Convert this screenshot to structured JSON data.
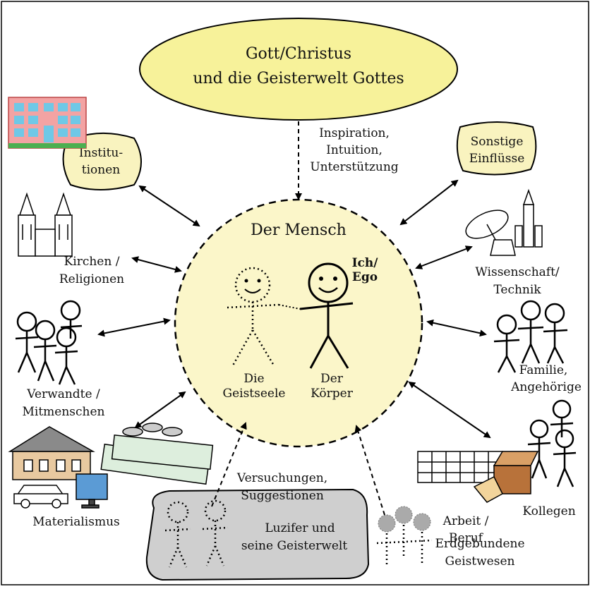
{
  "top_node": {
    "lines": [
      "Gott/Christus",
      "und die Geisterwelt Gottes"
    ],
    "fill": "#f7f29a"
  },
  "top_arrow_label": [
    "Inspiration,",
    "Intuition,",
    "Unterstützung"
  ],
  "center": {
    "title": "Der Mensch",
    "fill": "#fbf6c9",
    "ego_label": [
      "Ich/",
      "Ego"
    ],
    "soul_label": [
      "Die",
      "Geistseele"
    ],
    "body_label": [
      "Der",
      "Körper"
    ]
  },
  "nodes": {
    "institutionen": [
      "Institu-",
      "tionen"
    ],
    "sonstige": [
      "Sonstige",
      "Einflüsse"
    ],
    "kirchen": [
      "Kirchen /",
      "Religionen"
    ],
    "wissenschaft": [
      "Wissenschaft/",
      "Technik"
    ],
    "verwandte": [
      "Verwandte /",
      "Mitmenschen"
    ],
    "familie": [
      "Familie,",
      "Angehörige"
    ],
    "materialismus": [
      "Materialismus"
    ],
    "arbeit": [
      "Arbeit /",
      "Beruf"
    ],
    "kollegen": [
      "Kollegen"
    ],
    "erdgebundene": [
      "Erdgebundene",
      "Geistwesen"
    ]
  },
  "bottom_arrow_label": [
    "Versuchungen,",
    "Suggestionen"
  ],
  "luzifer": {
    "lines": [
      "Luzifer und",
      "seine Geisterwelt"
    ],
    "fill": "#cfcfcf"
  },
  "colors": {
    "node_fill": "#f9f3bf",
    "stroke": "#000000"
  }
}
